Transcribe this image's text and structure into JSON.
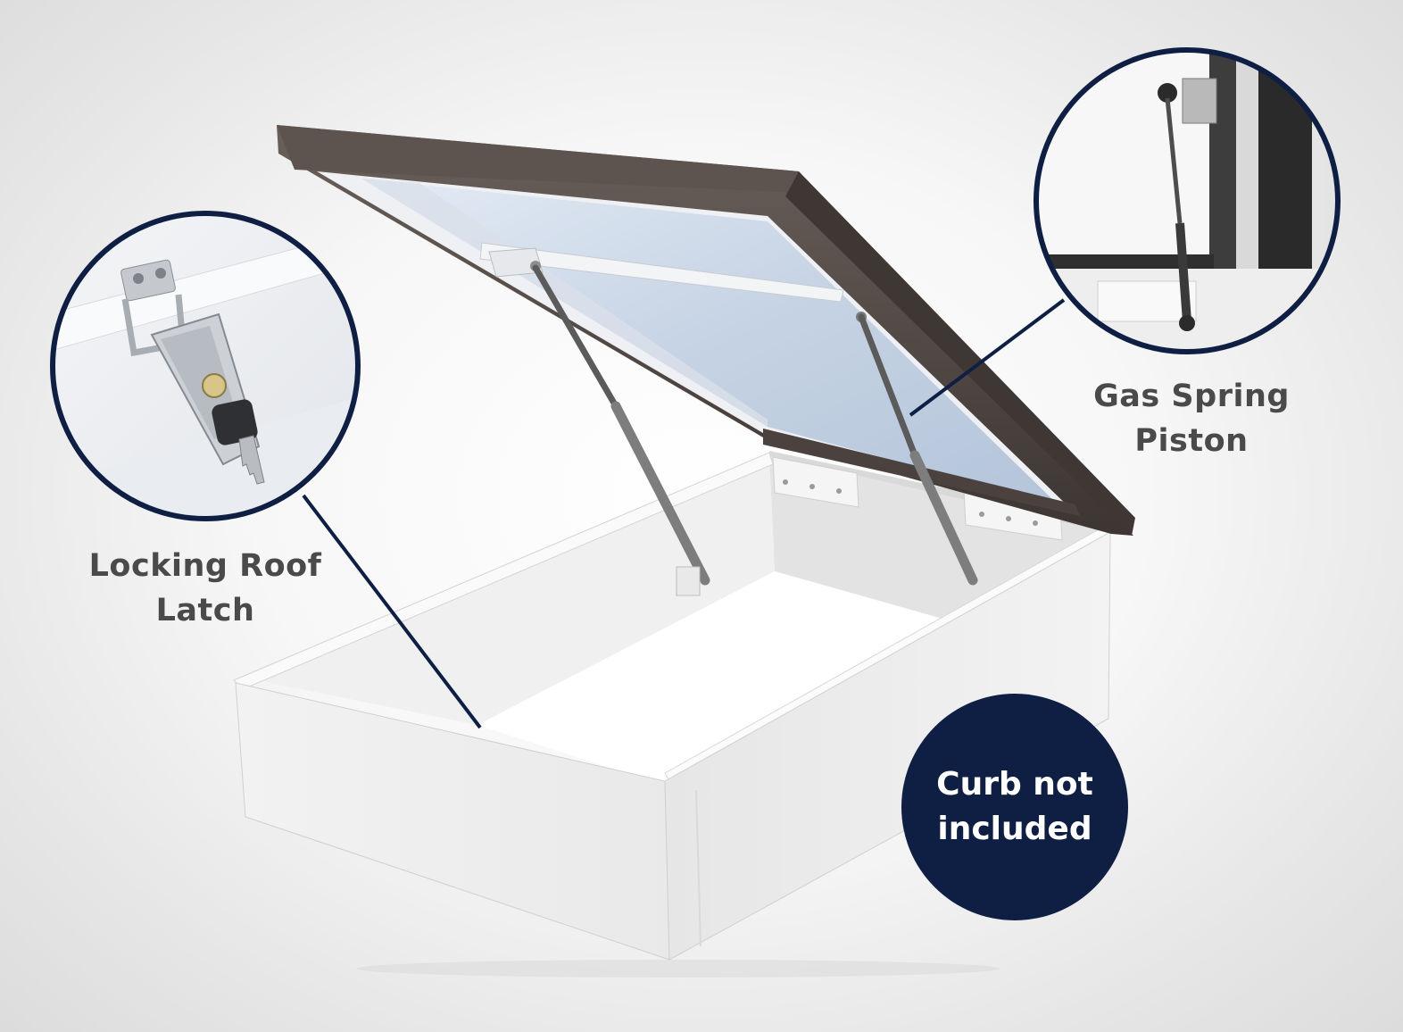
{
  "callouts": {
    "latch": {
      "line1": "Locking Roof",
      "line2": "Latch",
      "icon": "locking-latch-closeup"
    },
    "piston": {
      "line1": "Gas Spring",
      "line2": "Piston",
      "icon": "gas-spring-closeup"
    }
  },
  "badge": {
    "line1": "Curb not",
    "line2": "included"
  },
  "colors": {
    "navy": "#0f1f44",
    "label_text": "#4a4a4a",
    "frame_bronze": "#4a4340",
    "glass": "#c9d6e6",
    "curb_white": "#f4f4f4"
  }
}
